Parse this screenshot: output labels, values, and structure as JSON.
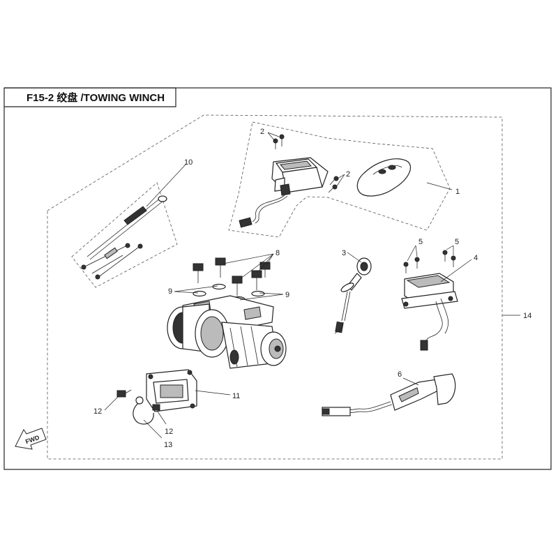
{
  "title": "F15-2 绞盘 /TOWING WINCH",
  "fwd_label": "FWD",
  "callouts": {
    "c1": "1",
    "c2a": "2",
    "c2b": "2",
    "c3": "3",
    "c4": "4",
    "c5a": "5",
    "c5b": "5",
    "c6": "6",
    "c8": "8",
    "c9a": "9",
    "c9b": "9",
    "c10": "10",
    "c11": "11",
    "c12a": "12",
    "c12b": "12",
    "c13": "13",
    "c14": "14"
  }
}
